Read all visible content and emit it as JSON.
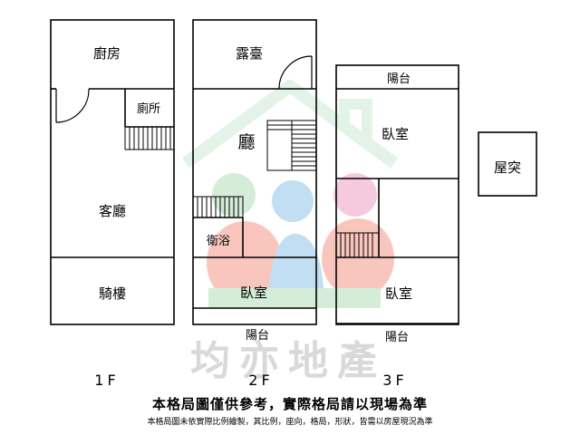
{
  "floors": [
    {
      "label": "1F",
      "rooms": {
        "kitchen": "廚房",
        "toilet": "廁所",
        "living": "客廳",
        "arcade": "騎樓"
      }
    },
    {
      "label": "2F",
      "rooms": {
        "terrace": "露臺",
        "hall": "廳",
        "bath": "衛浴",
        "bedroom": "臥室",
        "balcony": "陽台"
      }
    },
    {
      "label": "3F",
      "rooms": {
        "balcony_top": "陽台",
        "bedroom_top": "臥室",
        "bedroom_bottom": "臥室",
        "balcony_bottom": "陽台"
      }
    }
  ],
  "roof": {
    "label": "屋突"
  },
  "watermark": {
    "text": "均亦地產",
    "colors": {
      "house": "#dcefe0",
      "red": "#f7b3a8",
      "blue": "#aed3ee",
      "pink": "#f3b9d4",
      "green": "#c7e6cd"
    }
  },
  "disclaimer": {
    "main": "本格局圖僅供參考，實際格局請以現場為準",
    "sub": "本格局圖未依實際比例繪製，其比例，座向，格局，形狀，皆需以房屋現況為準"
  }
}
